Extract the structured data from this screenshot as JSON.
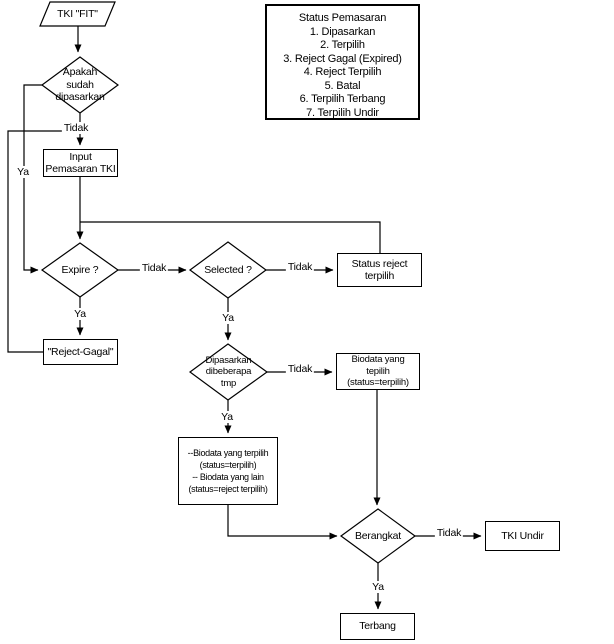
{
  "nodes": {
    "start": {
      "label": "TKI \"FIT\"",
      "type": "terminator-parallelogram"
    },
    "apakah": {
      "label": "Apakah\nsudah\ndipasarkan",
      "type": "decision"
    },
    "input": {
      "label": "Input\nPemasaran TKI",
      "type": "process"
    },
    "expire": {
      "label": "Expire ?",
      "type": "decision"
    },
    "reject_gagal": {
      "label": "\"Reject-Gagal\"",
      "type": "process"
    },
    "selected": {
      "label": "Selected ?",
      "type": "decision"
    },
    "status_reject": {
      "label": "Status reject\nterpilih",
      "type": "process"
    },
    "dipasarkan": {
      "label": "Dipasarkan\ndibeberapa\ntmp",
      "type": "decision"
    },
    "biodata_tepilih": {
      "label": "Biodata yang\ntepilih\n(status=terpilih)",
      "type": "process"
    },
    "biodata_multi": {
      "label": "--Biodata yang terpilih\n(status=terpilih)\n-- Biodata yang lain\n(status=reject terpilih)",
      "type": "process"
    },
    "berangkat": {
      "label": "Berangkat",
      "type": "decision"
    },
    "tki_undir": {
      "label": "TKI Undir",
      "type": "process"
    },
    "terbang": {
      "label": "Terbang",
      "type": "process"
    }
  },
  "edge_labels": {
    "apakah_no": "Tidak",
    "apakah_yes": "Ya",
    "expire_no": "Tidak",
    "expire_yes": "Ya",
    "selected_no": "Tidak",
    "selected_yes": "Ya",
    "dipasarkan_no": "Tidak",
    "dipasarkan_yes": "Ya",
    "berangkat_no": "Tidak",
    "berangkat_yes": "Ya"
  },
  "legend": {
    "title": "Status Pemasaran",
    "items": [
      "1. Dipasarkan",
      "2. Terpilih",
      "3. Reject Gagal (Expired)",
      "4. Reject Terpilih",
      "5. Batal",
      "6. Terpilih Terbang",
      "7. Terpilih Undir"
    ]
  },
  "colors": {
    "line": "#000000",
    "background": "#ffffff",
    "text": "#000000"
  }
}
